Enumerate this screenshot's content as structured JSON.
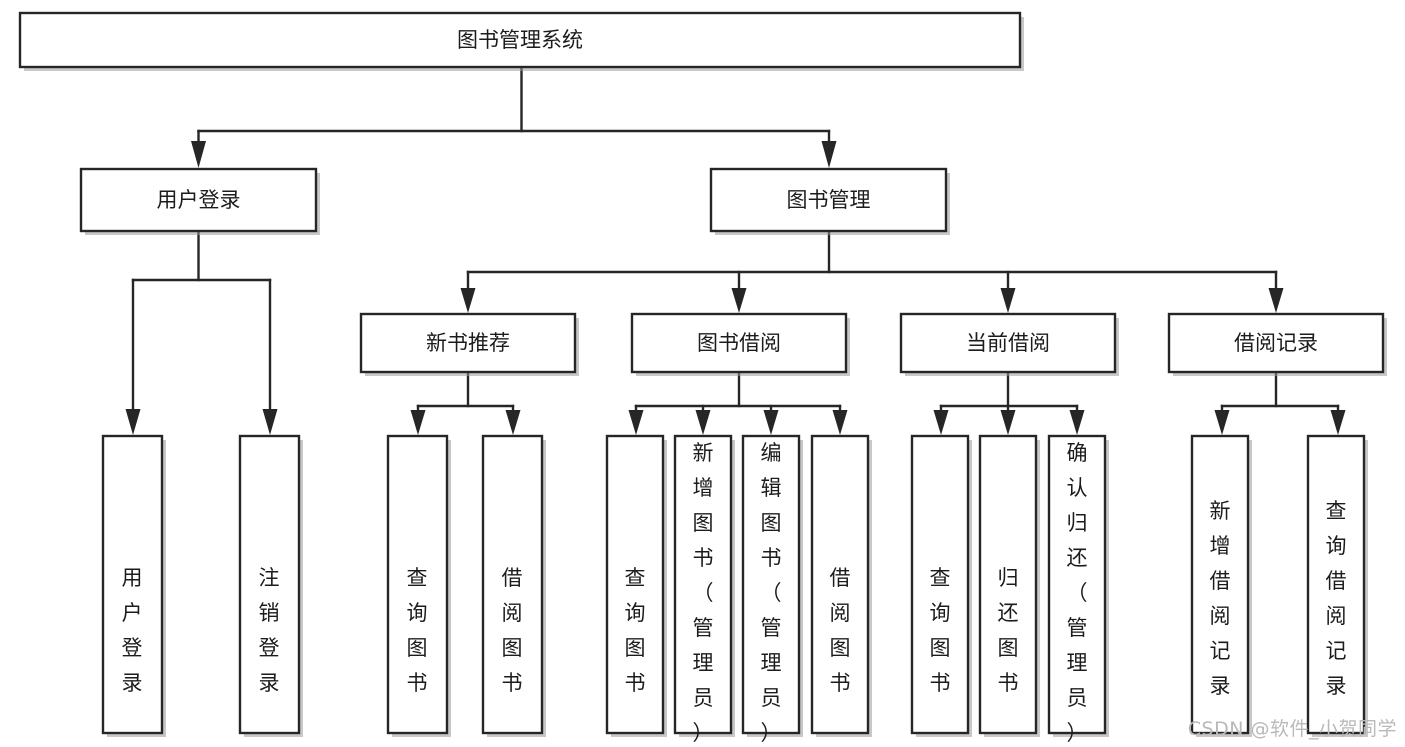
{
  "diagram": {
    "title": "图书管理系统",
    "type": "tree",
    "watermark": "CSDN @软件_小贺同学",
    "colors": {
      "box_stroke": "#262626",
      "box_fill": "#ffffff",
      "text": "#1c1c1c",
      "shadow": "#9a9a9a",
      "watermark": "#b9b9b9",
      "background": "#ffffff"
    },
    "levels": {
      "root": {
        "label": "图书管理系统"
      },
      "level2": [
        {
          "label": "用户登录"
        },
        {
          "label": "图书管理"
        }
      ],
      "level3": [
        {
          "label": "新书推荐"
        },
        {
          "label": "图书借阅"
        },
        {
          "label": "当前借阅"
        },
        {
          "label": "借阅记录"
        }
      ],
      "leaves": {
        "user_login": [
          {
            "label": "用户登录"
          },
          {
            "label": "注销登录"
          }
        ],
        "new_book_recommend": [
          {
            "label": "查询图书"
          },
          {
            "label": "借阅图书"
          }
        ],
        "book_borrow": [
          {
            "label": "查询图书"
          },
          {
            "label": "新增图书（管理员）"
          },
          {
            "label": "编辑图书（管理员）"
          },
          {
            "label": "借阅图书"
          }
        ],
        "current_borrow": [
          {
            "label": "查询图书"
          },
          {
            "label": "归还图书"
          },
          {
            "label": "确认归还（管理员）"
          }
        ],
        "borrow_record": [
          {
            "label": "新增借阅记录"
          },
          {
            "label": "查询借阅记录"
          }
        ]
      }
    }
  }
}
